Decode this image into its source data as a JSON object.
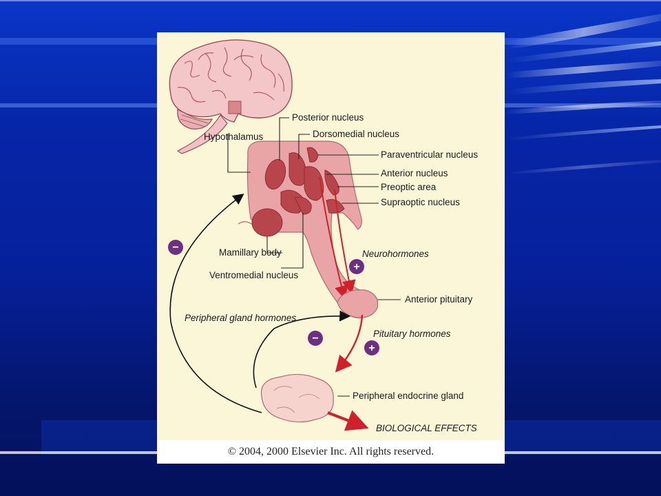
{
  "colors": {
    "background": "#0626a8",
    "panel": "#fbf6d8",
    "tissue": "#e9a5a6",
    "nuclei": "#b9454c",
    "arrow_red": "#d0202a",
    "badge": "#6d2f7f"
  },
  "diagram": {
    "labels": {
      "hypothalamus": "Hypothalamus",
      "posterior_nucleus": "Posterior nucleus",
      "dorsomedial_nucleus": "Dorsomedial nucleus",
      "paraventricular_nucleus": "Paraventricular nucleus",
      "anterior_nucleus": "Anterior nucleus",
      "preoptic_area": "Preoptic area",
      "supraoptic_nucleus": "Supraoptic nucleus",
      "mamillary_body": "Mamillary body",
      "ventromedial_nucleus": "Ventromedial nucleus",
      "neurohormones": "Neurohormones",
      "anterior_pituitary": "Anterior pituitary",
      "peripheral_gland_hormones": "Peripheral gland hormones",
      "pituitary_hormones": "Pituitary hormones",
      "peripheral_endocrine_gland": "Peripheral endocrine gland",
      "biological_effects": "BIOLOGICAL EFFECTS"
    },
    "signs": {
      "minus": "−",
      "plus": "+"
    },
    "copyright": "© 2004, 2000 Elsevier Inc. All rights reserved."
  }
}
